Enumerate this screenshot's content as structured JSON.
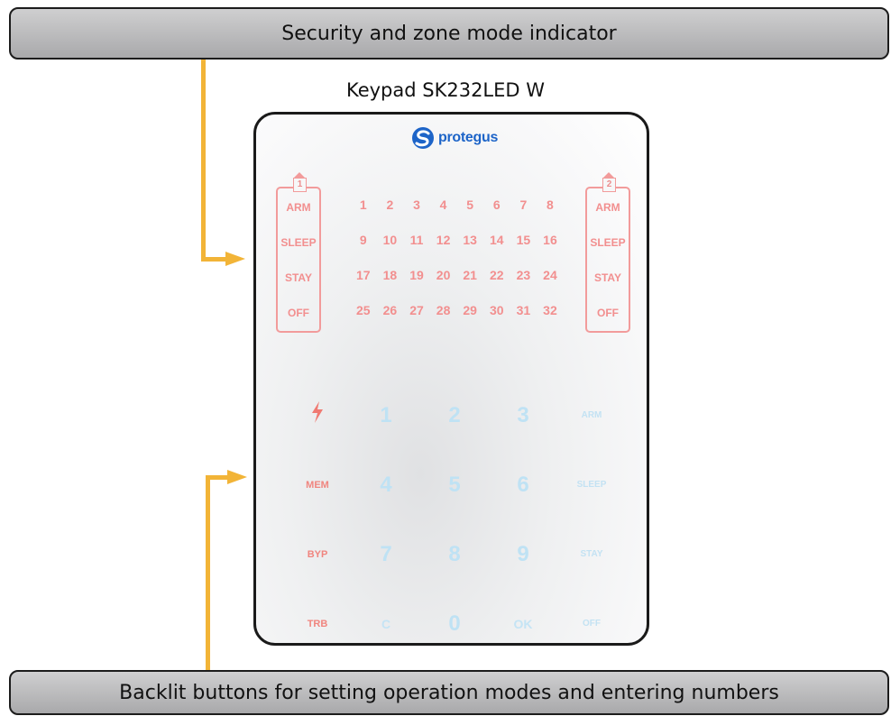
{
  "top_label": "Security and zone mode indicator",
  "bottom_label": "Backlit buttons for setting operation modes and entering numbers",
  "keypad": {
    "model": "Keypad SK232LED W",
    "brand": "protegus",
    "partitions": [
      {
        "number": "1",
        "modes": [
          "ARM",
          "SLEEP",
          "STAY",
          "OFF"
        ]
      },
      {
        "number": "2",
        "modes": [
          "ARM",
          "SLEEP",
          "STAY",
          "OFF"
        ]
      }
    ],
    "zones": [
      "1",
      "2",
      "3",
      "4",
      "5",
      "6",
      "7",
      "8",
      "9",
      "10",
      "11",
      "12",
      "13",
      "14",
      "15",
      "16",
      "17",
      "18",
      "19",
      "20",
      "21",
      "22",
      "23",
      "24",
      "25",
      "26",
      "27",
      "28",
      "29",
      "30",
      "31",
      "32"
    ],
    "buttons": [
      {
        "label": "",
        "icon": "lightning-bolt-icon",
        "style": "red-icon"
      },
      {
        "label": "1",
        "style": "blue"
      },
      {
        "label": "2",
        "style": "blue"
      },
      {
        "label": "3",
        "style": "blue"
      },
      {
        "label": "ARM",
        "style": "blue-small"
      },
      {
        "label": "MEM",
        "style": "red"
      },
      {
        "label": "4",
        "style": "blue"
      },
      {
        "label": "5",
        "style": "blue"
      },
      {
        "label": "6",
        "style": "blue"
      },
      {
        "label": "SLEEP",
        "style": "blue-small"
      },
      {
        "label": "BYP",
        "style": "red"
      },
      {
        "label": "7",
        "style": "blue"
      },
      {
        "label": "8",
        "style": "blue"
      },
      {
        "label": "9",
        "style": "blue"
      },
      {
        "label": "STAY",
        "style": "blue-small"
      },
      {
        "label": "TRB",
        "style": "red"
      },
      {
        "label": "C",
        "style": "blue-mid"
      },
      {
        "label": "0",
        "style": "blue"
      },
      {
        "label": "OK",
        "style": "blue-mid"
      },
      {
        "label": "OFF",
        "style": "blue-small"
      }
    ]
  },
  "colors": {
    "arrow": "#f2b437",
    "indicator_red": "#f28f8f",
    "button_blue": "#bfe2f4",
    "brand_blue": "#1d64c8"
  }
}
